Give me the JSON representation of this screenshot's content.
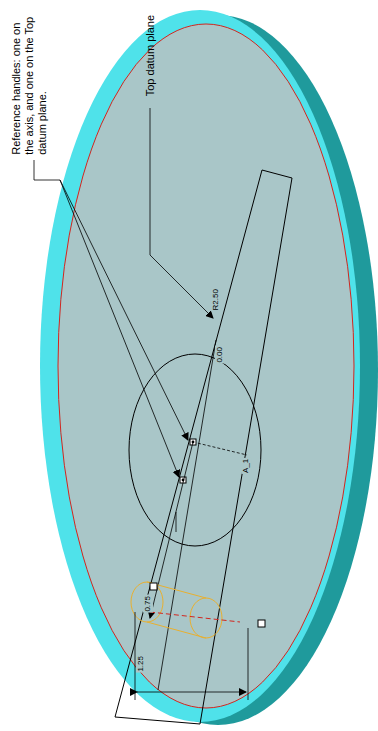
{
  "diagram": {
    "labels": [
      "Reference handles: one on the axis, and one on the Top datum plane.",
      "Top datum plane",
      "0.00",
      "R2.50",
      "A_1",
      "0.75",
      "1.25"
    ]
  }
}
